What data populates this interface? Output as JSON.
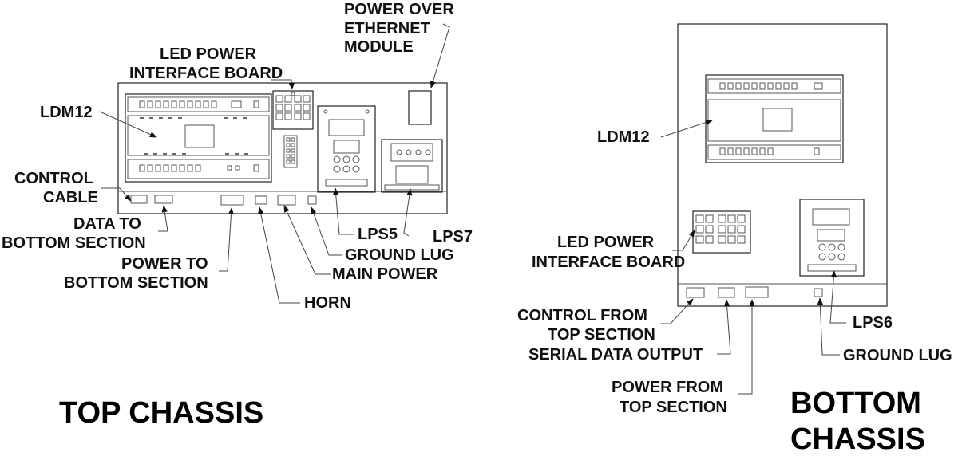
{
  "top_chassis": {
    "title": "TOP CHASSIS",
    "labels": {
      "poe_line1": "POWER OVER",
      "poe_line2": "ETHERNET",
      "poe_line3": "MODULE",
      "led_line1": "LED POWER",
      "led_line2": "INTERFACE BOARD",
      "ldm": "LDM12",
      "control_line1": "CONTROL",
      "control_line2": "CABLE",
      "data_line1": "DATA TO",
      "data_line2": "BOTTOM SECTION",
      "power_line1": "POWER TO",
      "power_line2": "BOTTOM SECTION",
      "horn": "HORN",
      "lps5": "LPS5",
      "lps7": "LPS7",
      "ground_lug": "GROUND LUG",
      "main_power": "MAIN POWER"
    }
  },
  "bottom_chassis": {
    "title_line1": "BOTTOM",
    "title_line2": "CHASSIS",
    "labels": {
      "ldm": "LDM12",
      "led_line1": "LED POWER",
      "led_line2": "INTERFACE BOARD",
      "control_line1": "CONTROL FROM",
      "control_line2": "TOP SECTION",
      "serial": "SERIAL DATA OUTPUT",
      "power_line1": "POWER FROM",
      "power_line2": "TOP SECTION",
      "lps6": "LPS6",
      "ground_lug": "GROUND LUG"
    }
  }
}
